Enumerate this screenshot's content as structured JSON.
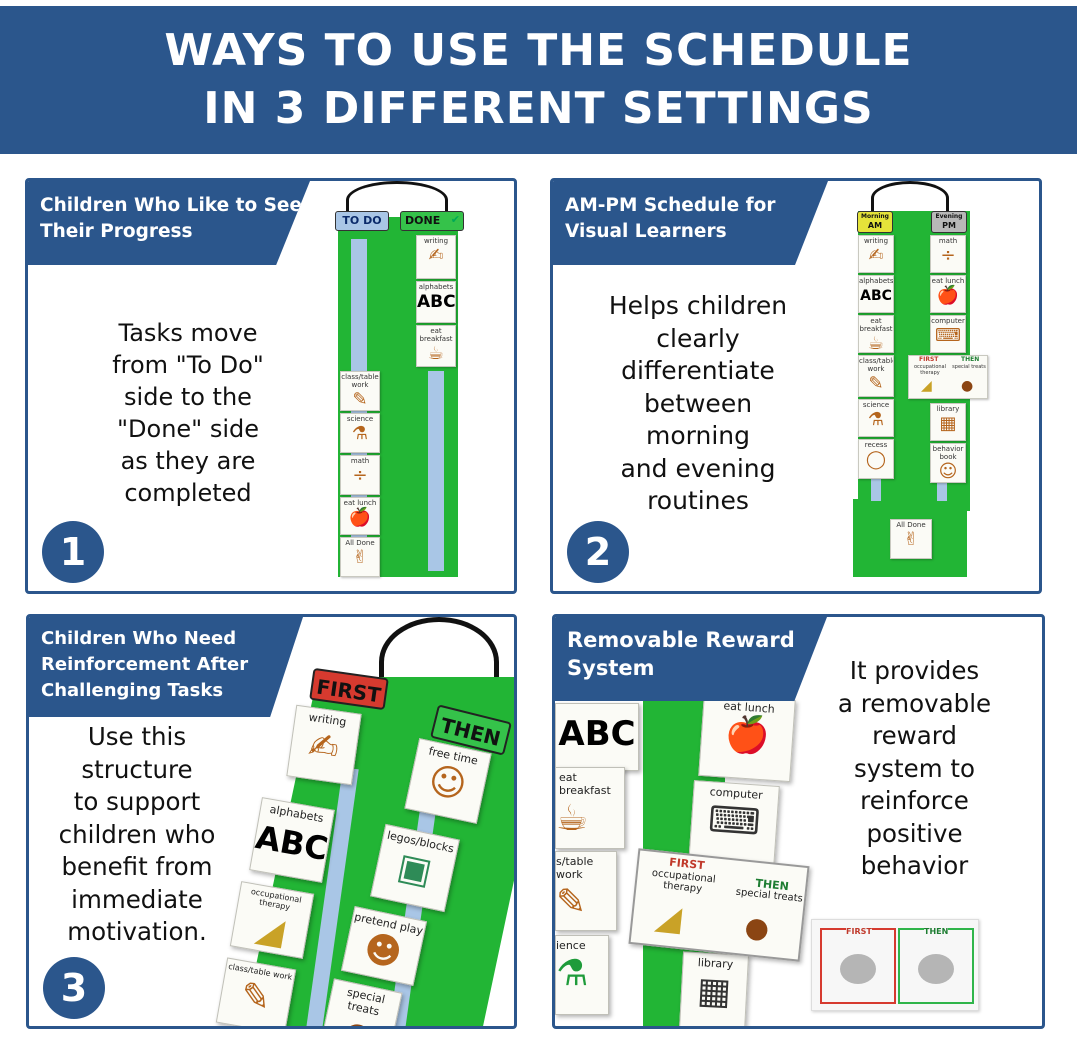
{
  "banner": {
    "line1": "WAYS TO USE THE SCHEDULE",
    "line2": "IN 3 DIFFERENT SETTINGS"
  },
  "panels": [
    {
      "title": "Children Who Like to See Their Progress",
      "body": "Tasks move\nfrom \"To Do\"\nside to the\n\"Done\" side\nas they are\ncompleted",
      "number": "1",
      "headers": {
        "todo": "TO DO",
        "done": "DONE"
      },
      "cards": [
        "writing",
        "alphabets",
        "eat breakfast",
        "class/table work",
        "science",
        "math",
        "eat lunch",
        "All Done"
      ],
      "abc": "ABC"
    },
    {
      "title": "AM-PM Schedule for Visual Learners",
      "body": "Helps children\nclearly\ndifferentiate\nbetween\nmorning\nand evening\nroutines",
      "number": "2",
      "headers": {
        "am_top": "Morning",
        "am": "AM",
        "pm_top": "Evening",
        "pm": "PM"
      },
      "cards": [
        "writing",
        "alphabets",
        "eat breakfast",
        "class/table work",
        "science",
        "recess",
        "math",
        "eat lunch",
        "computer",
        "library",
        "behavior book",
        "All Done"
      ],
      "first_then": {
        "first": "FIRST",
        "then": "THEN",
        "first_item": "occupational therapy",
        "then_item": "special treats"
      },
      "abc": "ABC"
    },
    {
      "title": "Children Who Need Reinforcement After Challenging Tasks",
      "body": "Use this\nstructure\nto support\nchildren who\nbenefit from\nimmediate\nmotivation.",
      "number": "3",
      "headers": {
        "first": "FIRST",
        "then": "THEN"
      },
      "cards": [
        "writing",
        "alphabets",
        "occupational therapy",
        "class/table work",
        "free time",
        "legos/blocks",
        "pretend play",
        "special treats"
      ],
      "abc": "ABC"
    },
    {
      "title": "Removable Reward System",
      "body": "It provides\na removable\nreward\nsystem to\nreinforce\npositive\nbehavior",
      "cards": [
        "eat lunch",
        "eat breakfast",
        "computer",
        "s/table work",
        "ience",
        "library"
      ],
      "first_then": {
        "first": "FIRST",
        "then": "THEN",
        "first_item": "occupational therapy",
        "then_item": "special treats"
      },
      "board": {
        "first": "FIRST",
        "then": "THEN"
      },
      "abc": "ABC"
    }
  ],
  "colors": {
    "brand": "#2b568c",
    "strip": "#22b535",
    "ribbon": "#a9c6e6",
    "first": "#d63a2f",
    "then": "#2fb54a"
  },
  "icons": {
    "check": "check-icon"
  }
}
